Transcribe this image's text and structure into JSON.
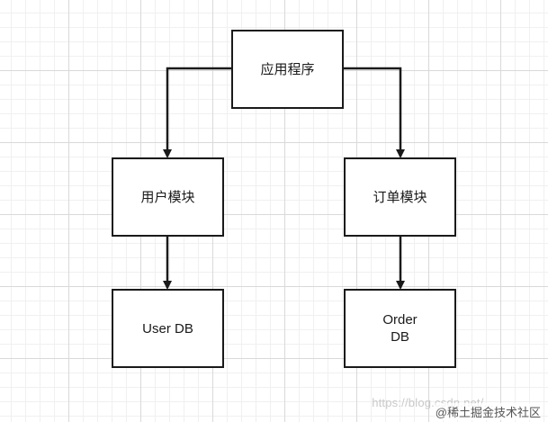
{
  "nodes": {
    "app": "应用程序",
    "user_module": "用户模块",
    "order_module": "订单模块",
    "user_db": "User DB",
    "order_db": "Order\nDB"
  },
  "watermark": {
    "url_text": "https://blog.csdn.net/...",
    "brand_text": "@稀土掘金技术社区"
  },
  "colors": {
    "line": "#1a1a1a",
    "grid_major": "#d9d9d9",
    "grid_minor": "#f0f0f0",
    "node_fill": "#ffffff"
  }
}
